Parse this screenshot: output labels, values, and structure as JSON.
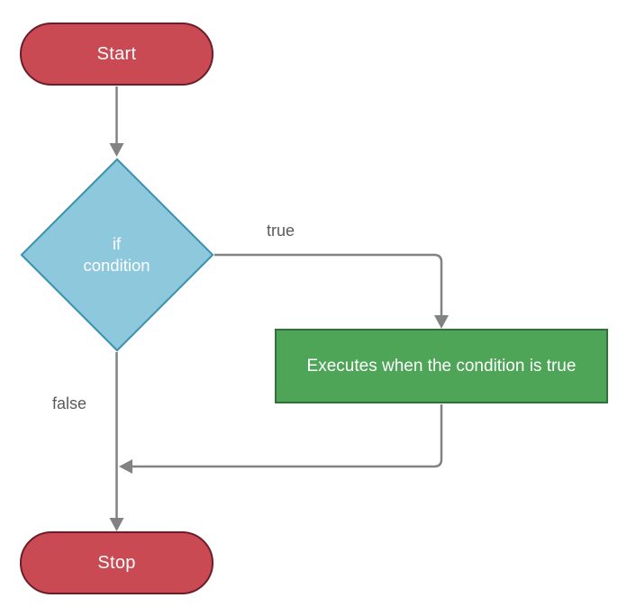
{
  "diagram": {
    "type": "flowchart",
    "nodes": {
      "start": {
        "shape": "terminal",
        "label": "Start"
      },
      "condition": {
        "shape": "decision",
        "label": "if condition",
        "line1": "if",
        "line2": "condition"
      },
      "process": {
        "shape": "process",
        "label": "Executes when the condition is true"
      },
      "stop": {
        "shape": "terminal",
        "label": "Stop"
      }
    },
    "edges": [
      {
        "from": "start",
        "to": "condition",
        "label": ""
      },
      {
        "from": "condition",
        "to": "process",
        "label": "true"
      },
      {
        "from": "process",
        "to": "stop",
        "label": ""
      },
      {
        "from": "condition",
        "to": "stop",
        "label": "false"
      }
    ],
    "labels": {
      "true_branch": "true",
      "false_branch": "false"
    },
    "colors": {
      "background": "#ffffff",
      "terminal-fill": "#c94a53",
      "terminal-border": "#6b1d2a",
      "decision-fill": "#8dc8dc",
      "decision-border": "#3d91b0",
      "process-fill": "#4ea558",
      "process-border": "#30703a",
      "connector": "#828282",
      "edge-label": "#5a5a5a",
      "node-text": "#ffffff"
    }
  }
}
